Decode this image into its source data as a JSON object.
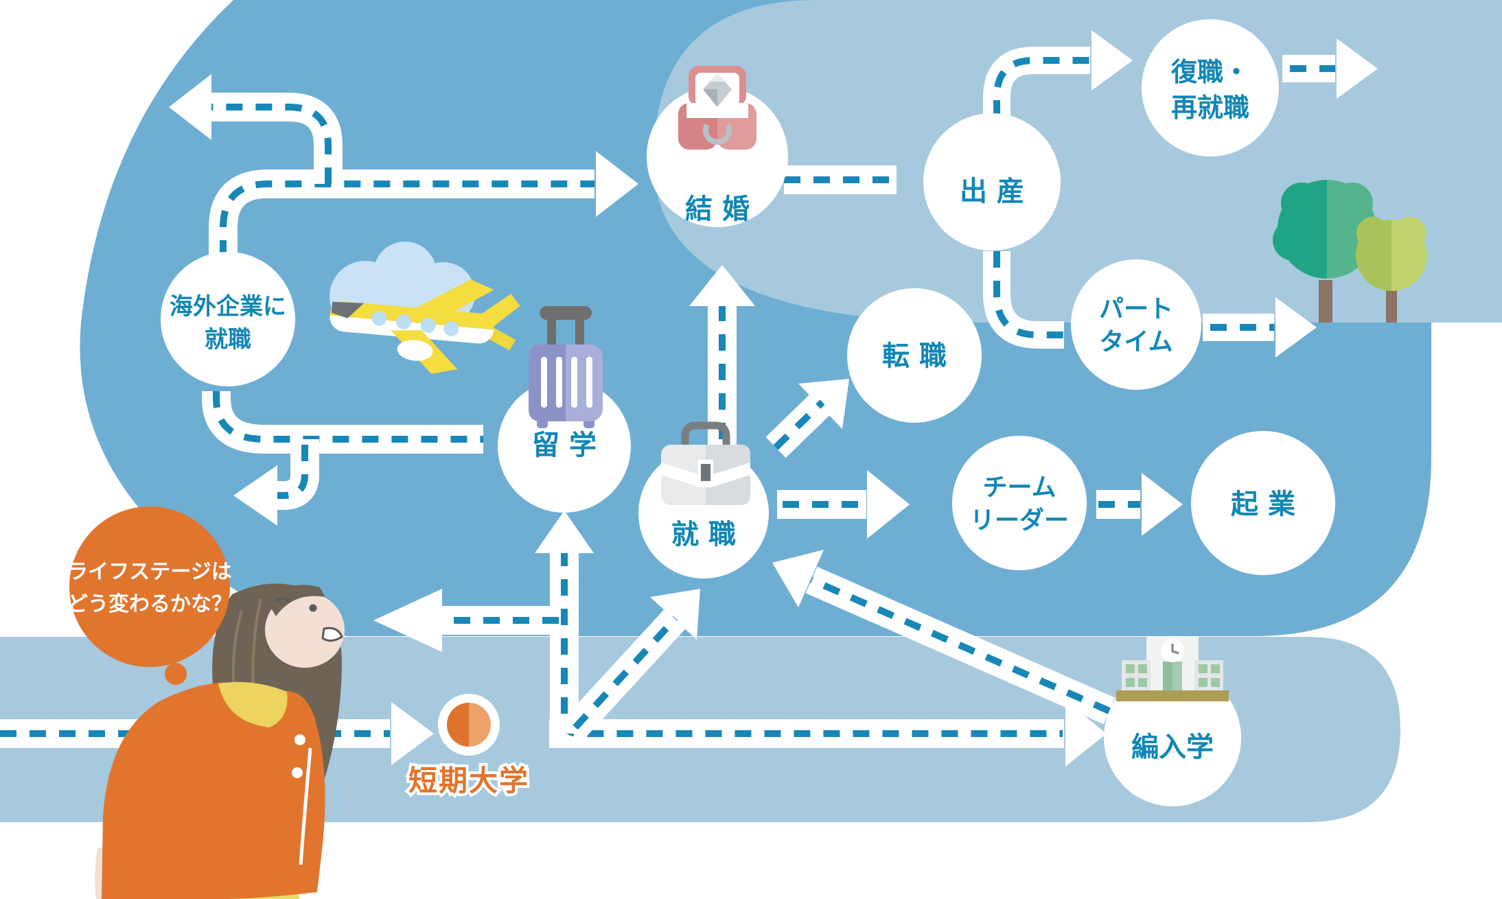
{
  "bubble": {
    "line1": "ライフステージは",
    "line2": "どう変わるかな？"
  },
  "nodes": {
    "tandai": {
      "label": "短期大学"
    },
    "ryugaku": {
      "label": "留 学"
    },
    "kaigai": {
      "line1": "海外企業に",
      "line2": "就職"
    },
    "kekkon": {
      "label": "結 婚"
    },
    "shussan": {
      "label": "出 産"
    },
    "fukushoku": {
      "line1": "復職・",
      "line2": "再就職"
    },
    "part_time": {
      "line1": "パート",
      "line2": "タイム"
    },
    "tenshoku": {
      "label": "転 職"
    },
    "shushoku": {
      "label": "就 職"
    },
    "team_leader": {
      "line1": "チーム",
      "line2": "リーダー"
    },
    "kigyo": {
      "label": "起 業"
    },
    "hennyugaku": {
      "label": "編入学"
    }
  },
  "colors": {
    "medium_blue": "#6FAED3",
    "pale_blue": "#A6C9DE",
    "dash_teal": "#1787B8",
    "node_text_teal": "#1186B5",
    "accent_orange": "#E0752E",
    "road_white": "#FFFFFF"
  }
}
